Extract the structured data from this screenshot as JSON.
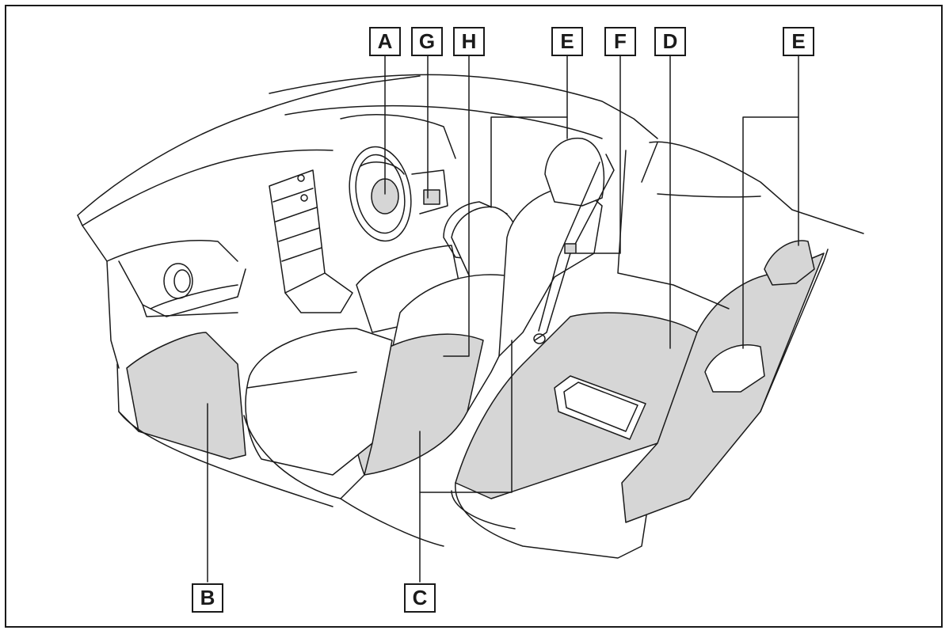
{
  "labels": {
    "A": "A",
    "G": "G",
    "H": "H",
    "E_top": "E",
    "F": "F",
    "D": "D",
    "E_right": "E",
    "B": "B",
    "C": "C"
  },
  "colors": {
    "line": "#1a1a1a",
    "shade": "#d6d6d6",
    "background": "#ffffff"
  }
}
